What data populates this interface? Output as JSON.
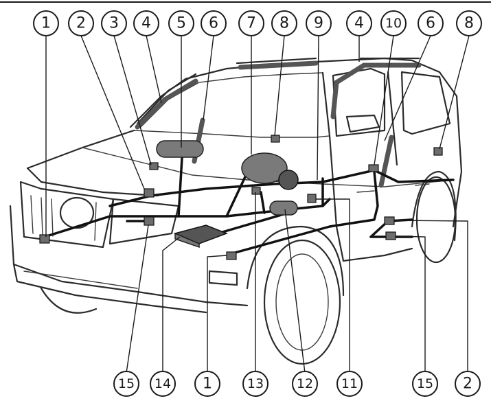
{
  "top_callouts": [
    "1",
    "2",
    "3",
    "4",
    "5",
    "6",
    "7",
    "8",
    "9",
    "4",
    "10",
    "6",
    "8"
  ],
  "bottom_callouts": [
    "15",
    "14",
    "1",
    "13",
    "12",
    "11",
    "15",
    "2"
  ],
  "colors": {
    "ink": "#1a1a1a",
    "component_fill": "#7a7a7a",
    "background": "#ffffff"
  }
}
